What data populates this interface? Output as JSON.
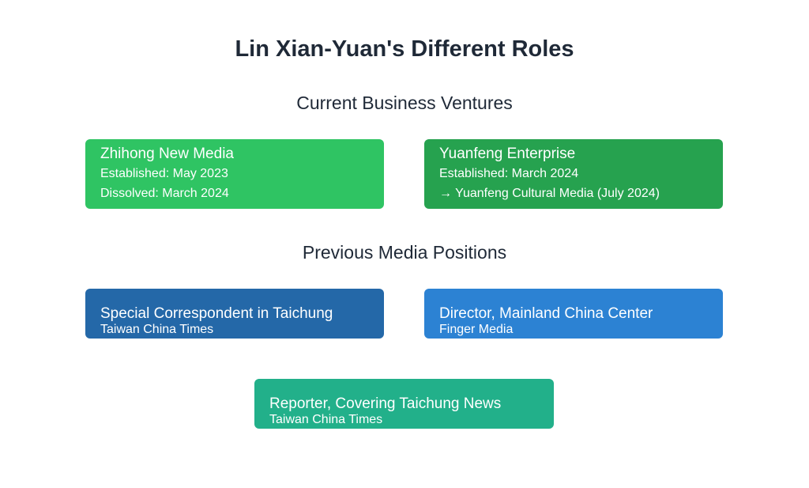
{
  "title": "Lin Xian-Yuan's Different Roles",
  "sections": {
    "business": {
      "heading": "Current Business Ventures",
      "items": [
        {
          "name": "Zhihong New Media",
          "lines": [
            "Established: May 2023",
            "Dissolved: March 2024"
          ],
          "color": "#2fc463"
        },
        {
          "name": "Yuanfeng Enterprise",
          "lines": [
            "Established: March 2024",
            "→ Yuanfeng Cultural Media (July 2024)"
          ],
          "color": "#26a24f"
        }
      ]
    },
    "media": {
      "heading": "Previous Media Positions",
      "items": [
        {
          "role": "Special Correspondent in Taichung",
          "org": "Taiwan China Times",
          "color": "#2468a8"
        },
        {
          "role": "Director, Mainland China Center",
          "org": "Finger Media",
          "color": "#2c82d3"
        },
        {
          "role": "Reporter, Covering Taichung News",
          "org": "Taiwan China Times",
          "color": "#22b08a"
        }
      ]
    }
  }
}
